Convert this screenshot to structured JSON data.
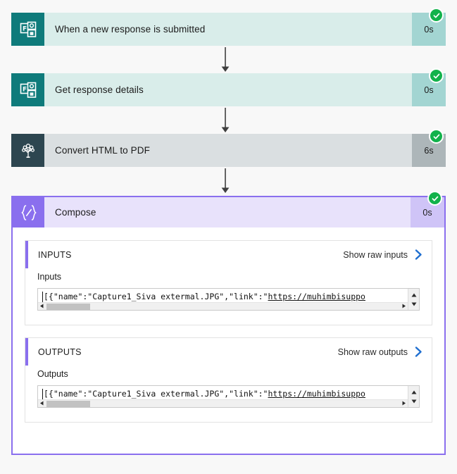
{
  "flow": {
    "nodes": [
      {
        "id": "when-a-new-response-is-submitted",
        "title": "When a new response is submitted",
        "duration": "0s",
        "status": "succeeded",
        "icon": "microsoft-forms-icon",
        "theme": "teal"
      },
      {
        "id": "get-response-details",
        "title": "Get response details",
        "duration": "0s",
        "status": "succeeded",
        "icon": "microsoft-forms-icon",
        "theme": "teal"
      },
      {
        "id": "convert-html-to-pdf",
        "title": "Convert HTML to PDF",
        "duration": "6s",
        "status": "succeeded",
        "icon": "muhimbi-tree-icon",
        "theme": "gray"
      }
    ],
    "compose": {
      "title": "Compose",
      "duration": "0s",
      "status": "succeeded",
      "icon": "compose-braces-icon",
      "theme": "purple",
      "sections": [
        {
          "id": "inputs",
          "header_label": "INPUTS",
          "raw_link_label": "Show raw inputs",
          "field_label": "Inputs",
          "value_prefix": "[{\"name\":\"Capture1_Siva extermal.JPG\",\"link\":\"",
          "value_url": "https://muhimbisuppo"
        },
        {
          "id": "outputs",
          "header_label": "OUTPUTS",
          "raw_link_label": "Show raw outputs",
          "field_label": "Outputs",
          "value_prefix": "[{\"name\":\"Capture1_Siva extermal.JPG\",\"link\":\"",
          "value_url": "https://muhimbisuppo"
        }
      ]
    }
  },
  "colors": {
    "status_success": "#12b24b",
    "teal_icon": "#0F7B7B",
    "teal_body": "#d9edea",
    "teal_duration": "#a3d5d2",
    "gray_icon": "#2d4650",
    "gray_body": "#dadfe1",
    "gray_duration": "#adb6b9",
    "purple_icon": "#8a6fee",
    "purple_body": "#e8e2fb",
    "purple_duration": "#cfc4f7",
    "chevron_blue": "#1f6fd0",
    "canvas_background": "#f8f8f8"
  }
}
